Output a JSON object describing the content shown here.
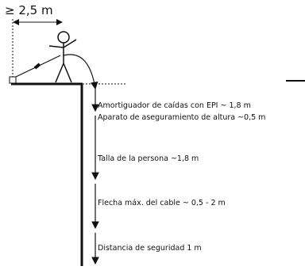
{
  "diagram": {
    "distance_label": "≥ 2,5 m",
    "labels": [
      "Amortiguador de caídas con EPI ~ 1,8 m",
      "Aparato de aseguramiento de altura ~0,5 m",
      "Talla de la persona ~1,8 m",
      "Flecha máx. del cable ~ 0,5 - 2 m",
      "Distancia de seguridad 1 m"
    ]
  }
}
